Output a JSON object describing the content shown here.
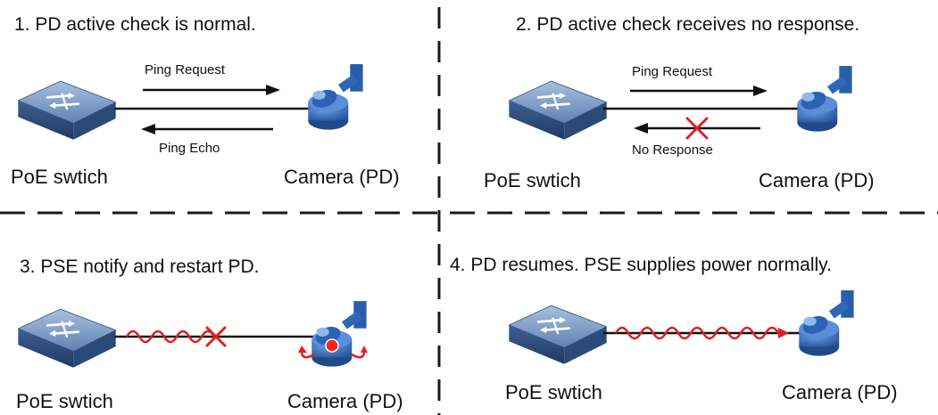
{
  "panels": [
    {
      "title": "1. PD active check is normal.",
      "switch_label": "PoE swtich",
      "camera_label": "Camera (PD)",
      "top_arrow_label": "Ping Request",
      "bottom_arrow_label": "Ping Echo"
    },
    {
      "title": "2. PD active check receives no response.",
      "switch_label": "PoE swtich",
      "camera_label": "Camera (PD)",
      "top_arrow_label": "Ping Request",
      "bottom_arrow_label": "No Response"
    },
    {
      "title": "3. PSE notify and restart PD.",
      "switch_label": "PoE swtich",
      "camera_label": "Camera (PD)"
    },
    {
      "title": "4. PD resumes. PSE supplies power normally.",
      "switch_label": "PoE swtich",
      "camera_label": "Camera (PD)"
    }
  ],
  "colors": {
    "switch_top": "#7f9dc4",
    "switch_side": "#2f4d7a",
    "camera_body": "#2f68b8",
    "camera_dark": "#1e4a8c",
    "signal_red": "#e02020",
    "divider": "#1a1a1a"
  },
  "icons": [
    "poe-switch-icon",
    "ip-camera-icon",
    "x-mark-icon",
    "power-wave-icon"
  ]
}
